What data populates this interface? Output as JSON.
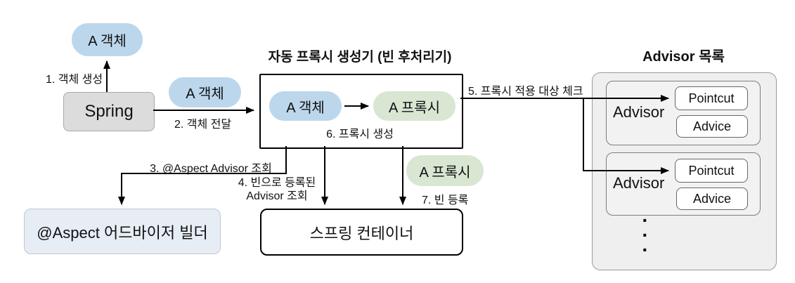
{
  "nodes": {
    "object_a_top": "A 객체",
    "spring": "Spring",
    "object_a_passed": "A 객체",
    "auto_proxy_creator_title": "자동 프록시 생성기 (빈 후처리기)",
    "object_a_inner": "A 객체",
    "proxy_a_inner": "A 프록시",
    "proxy_a_result": "A 프록시",
    "aspect_advisor_builder": "@Aspect 어드바이저 빌더",
    "spring_container": "스프링 컨테이너"
  },
  "steps": {
    "step1": "1. 객체 생성",
    "step2": "2. 객체 전달",
    "step3": "3. @Aspect Advisor 조회",
    "step4_line1": "4. 빈으로 등록된",
    "step4_line2": "Advisor 조회",
    "step5": "5. 프록시 적용 대상 체크",
    "step6": "6. 프록시 생성",
    "step7": "7. 빈 등록"
  },
  "advisor_panel": {
    "title": "Advisor 목록",
    "cards": [
      {
        "label": "Advisor",
        "pointcut": "Pointcut",
        "advice": "Advice"
      },
      {
        "label": "Advisor",
        "pointcut": "Pointcut",
        "advice": "Advice"
      }
    ],
    "dots": [
      "·",
      "·",
      "·"
    ]
  },
  "colors": {
    "object_pill": "#BCD7EC",
    "proxy_pill": "#D8E6D2",
    "spring_box_bg": "#DCDCDC",
    "spring_box_border": "#A8A8A8",
    "aspect_box_bg": "#E7EDF5",
    "aspect_box_border": "#C0C7D0",
    "panel_bg": "#EFEFEF",
    "panel_border": "#9B9B9B",
    "card_bg": "#F2F2F2",
    "card_border": "#7D7D7D",
    "small_box_border": "#666666",
    "line": "#000000"
  }
}
